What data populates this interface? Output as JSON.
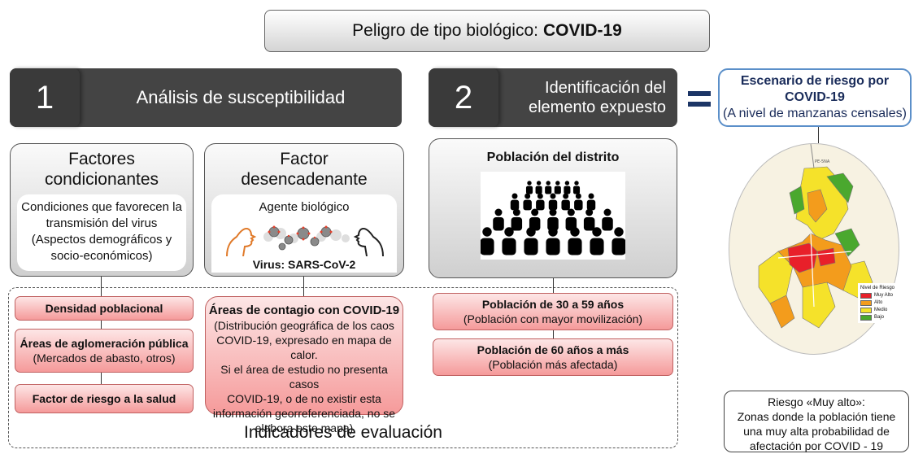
{
  "header": {
    "title_prefix": "Peligro de tipo biológico:",
    "title_bold": "COVID-19"
  },
  "step1": {
    "number": "1",
    "label": "Análisis de susceptibilidad"
  },
  "step2": {
    "number": "2",
    "label_line1": "Identificación del",
    "label_line2": "elemento expuesto"
  },
  "equals": "=",
  "scenario": {
    "line1": "Escenario de riesgo por",
    "line2": "COVID-19",
    "line3": "(A nivel de manzanas censales)"
  },
  "factores_condicionantes": {
    "title_line1": "Factores",
    "title_line2": "condicionantes",
    "desc_line1": "Condiciones que favorecen la",
    "desc_line2": "transmisión del virus",
    "desc_line3": "(Aspectos demográficos y",
    "desc_line4": "socio-económicos)"
  },
  "factor_desencadenante": {
    "title_line1": "Factor",
    "title_line2": "desencadenante",
    "agent_label": "Agente biológico",
    "virus_label": "Virus: SARS-CoV-2"
  },
  "poblacion": {
    "title": "Población del distrito"
  },
  "indicators_left": [
    {
      "bold": "Densidad poblacional",
      "normal": ""
    },
    {
      "bold": "Áreas de aglomeración pública",
      "normal": "(Mercados de abasto, otros)"
    },
    {
      "bold": "Factor de riesgo a la salud",
      "normal": ""
    }
  ],
  "indicator_contagio": {
    "bold": "Áreas de contagio con COVID-19",
    "text_lines": [
      "(Distribución geográfica de los caos",
      "COVID-19, expresado en mapa de calor.",
      "Si el área de estudio no presenta casos",
      "COVID-19, o de no existir esta",
      "información georreferenciada, no se",
      "elabora este mapa)"
    ]
  },
  "indicators_poblacion": [
    {
      "bold": "Población de 30 a 59 años",
      "normal": "(Población con mayor movilización)"
    },
    {
      "bold": "Población de 60 años a más",
      "normal": "(Población más afectada)"
    }
  ],
  "indicadores_label": "Indicadores de evaluación",
  "map": {
    "road_label": "PE-5NA",
    "legend_title": "Nivel de Riesgo",
    "legend": [
      {
        "label": "Muy Alto",
        "color": "#e8202a"
      },
      {
        "label": "Alto",
        "color": "#f39c1c"
      },
      {
        "label": "Medio",
        "color": "#f5e22a"
      },
      {
        "label": "Bajo",
        "color": "#4aa82e"
      }
    ]
  },
  "riesgo_note": {
    "line1": "Riesgo «Muy alto»:",
    "line2": "Zonas donde la población tiene",
    "line3": "una muy alta probabilidad de",
    "line4": "afectación por COVID - 19"
  }
}
